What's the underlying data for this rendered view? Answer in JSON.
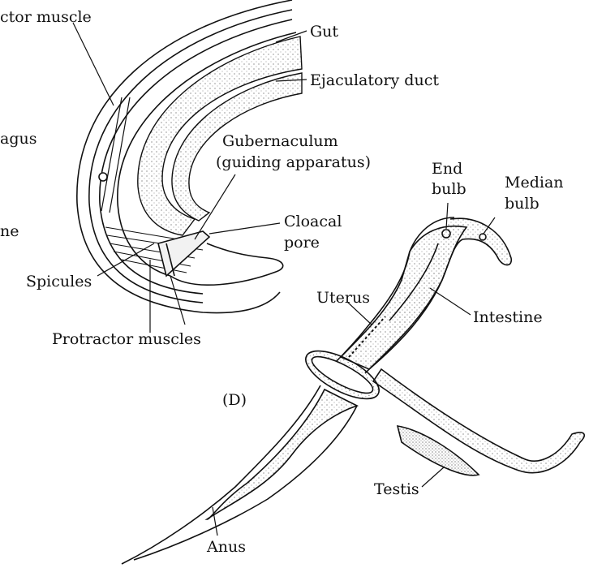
{
  "labels": {
    "retractor_muscle": "ctor muscle",
    "gut": "Gut",
    "ejaculatory_duct": "Ejaculatory duct",
    "vagus": "agus",
    "gubernaculum_line1": "Gubernaculum",
    "gubernaculum_line2": "(guiding apparatus)",
    "end_bulb_line1": "End",
    "end_bulb_line2": "bulb",
    "median_bulb_line1": "Median",
    "median_bulb_line2": "bulb",
    "ne": "ne",
    "cloacal_pore_line1": "Cloacal",
    "cloacal_pore_line2": "pore",
    "spicules": "Spicules",
    "uterus": "Uterus",
    "intestine": "Intestine",
    "protractor_muscles": "Protractor muscles",
    "panel_d": "(D)",
    "testis": "Testis",
    "anus": "Anus"
  },
  "colors": {
    "ink": "#111111",
    "stipple": "#bdbdbd",
    "background": "#ffffff"
  }
}
